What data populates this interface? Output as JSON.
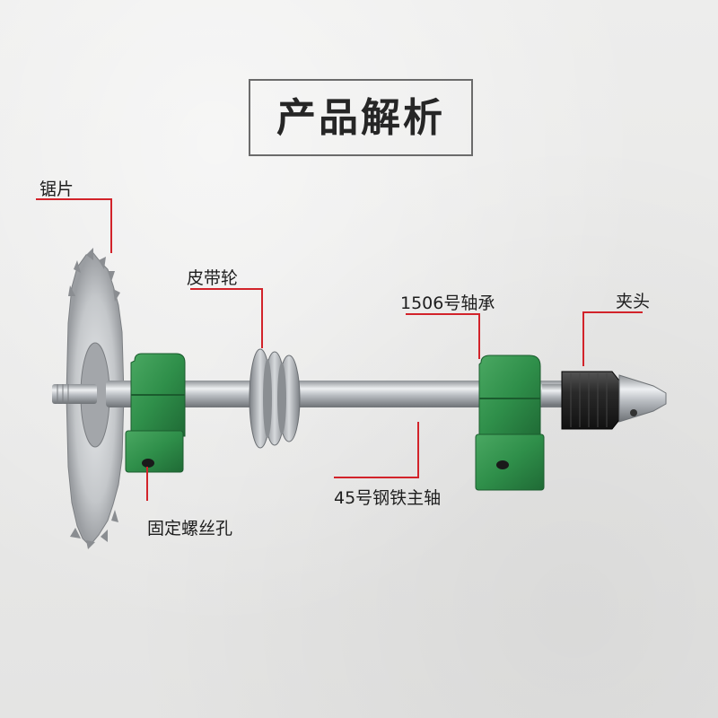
{
  "title": "产品解析",
  "labels": {
    "saw_blade": "锯片",
    "pulley": "皮带轮",
    "bearing": "1506号轴承",
    "chuck": "夹头",
    "shaft": "45号钢铁主轴",
    "screw_hole": "固定螺丝孔"
  },
  "colors": {
    "leader_line": "#d2232a",
    "bearing_green": "#2f8f4a",
    "steel": "#b9bdc2"
  }
}
